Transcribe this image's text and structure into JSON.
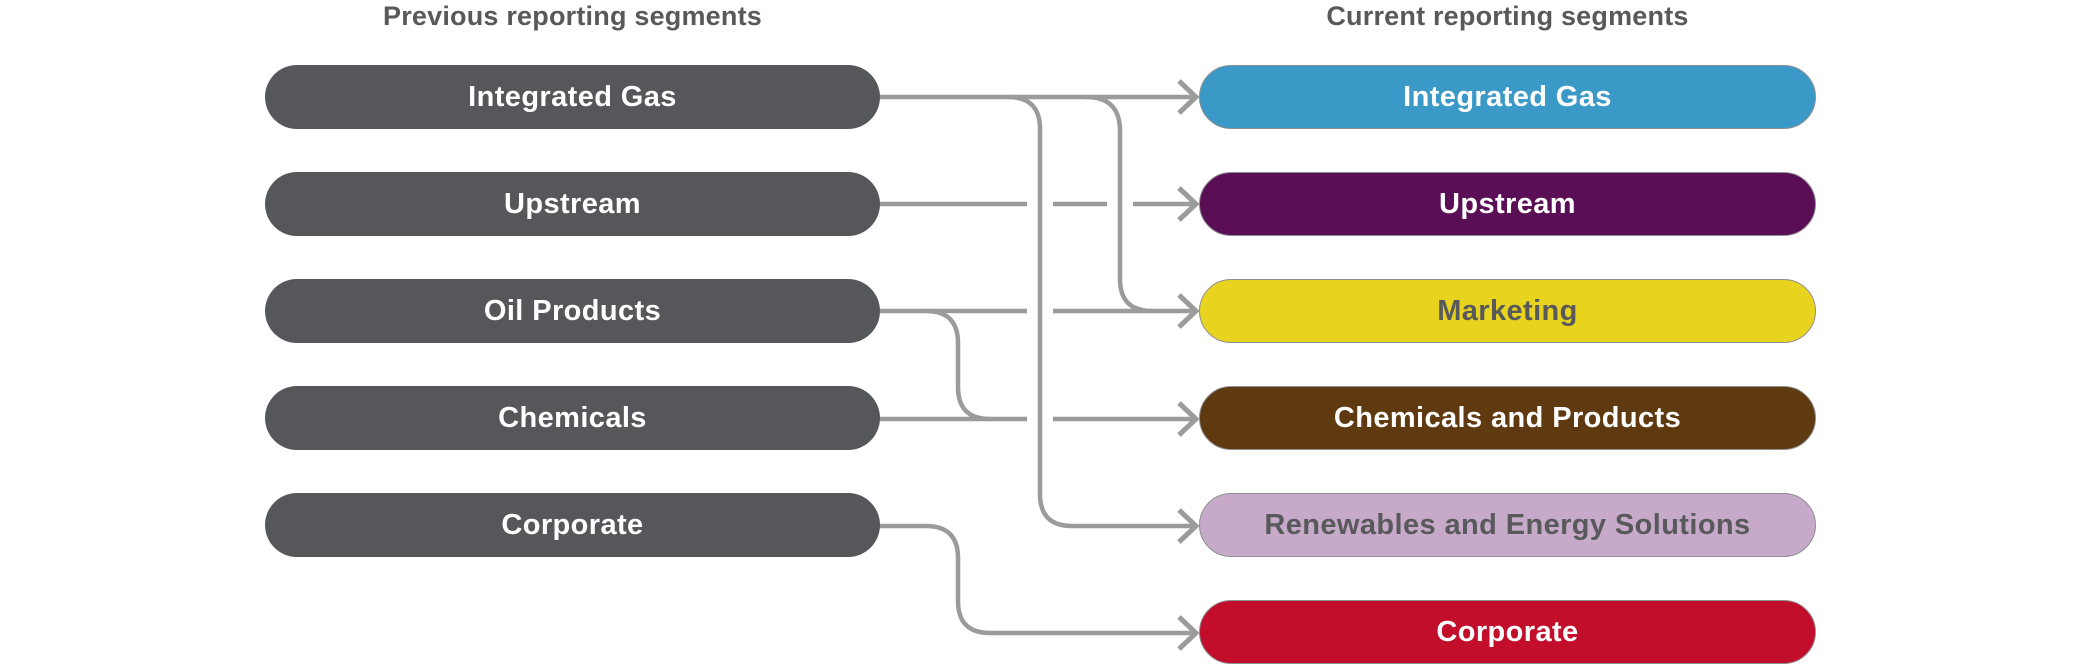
{
  "headers": {
    "previous": "Previous reporting segments",
    "current": "Current reporting segments"
  },
  "colors": {
    "previous_pill": "#56575B",
    "line": "#9B9B9C",
    "header_text": "#58595B",
    "white_text": "#FFFFFF",
    "dark_text": "#58595B"
  },
  "previous_segments": [
    {
      "label": "Integrated Gas",
      "color": "#56575B",
      "text_color": "#FFFFFF"
    },
    {
      "label": "Upstream",
      "color": "#56575B",
      "text_color": "#FFFFFF"
    },
    {
      "label": "Oil Products",
      "color": "#56575B",
      "text_color": "#FFFFFF"
    },
    {
      "label": "Chemicals",
      "color": "#56575B",
      "text_color": "#FFFFFF"
    },
    {
      "label": "Corporate",
      "color": "#56575B",
      "text_color": "#FFFFFF"
    }
  ],
  "current_segments": [
    {
      "label": "Integrated Gas",
      "color": "#3A99C7",
      "text_color": "#FFFFFF"
    },
    {
      "label": "Upstream",
      "color": "#5A0E55",
      "text_color": "#FFFFFF"
    },
    {
      "label": "Marketing",
      "color": "#E8D31E",
      "text_color": "#58595B"
    },
    {
      "label": "Chemicals and Products",
      "color": "#5F390F",
      "text_color": "#FFFFFF"
    },
    {
      "label": "Renewables and Energy Solutions",
      "color": "#C7AACA",
      "text_color": "#58595B"
    },
    {
      "label": "Corporate",
      "color": "#C20D2B",
      "text_color": "#FFFFFF"
    }
  ],
  "connections": [
    {
      "from": "Integrated Gas",
      "to": "Integrated Gas"
    },
    {
      "from": "Integrated Gas",
      "to": "Marketing"
    },
    {
      "from": "Integrated Gas",
      "to": "Renewables and Energy Solutions"
    },
    {
      "from": "Upstream",
      "to": "Upstream"
    },
    {
      "from": "Oil Products",
      "to": "Marketing"
    },
    {
      "from": "Oil Products",
      "to": "Chemicals and Products"
    },
    {
      "from": "Chemicals",
      "to": "Chemicals and Products"
    },
    {
      "from": "Corporate",
      "to": "Corporate"
    }
  ]
}
